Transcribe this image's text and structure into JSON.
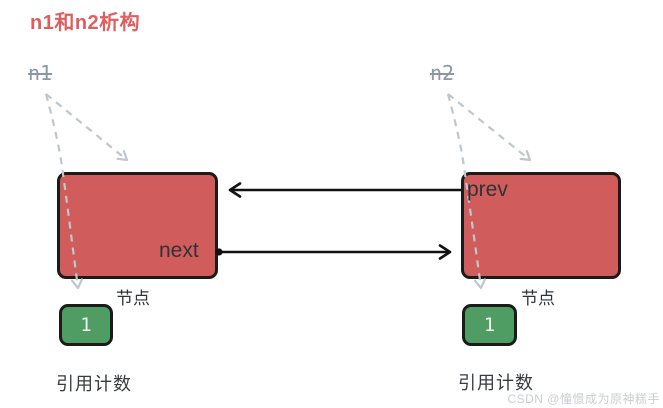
{
  "title": {
    "text": "n1和n2析构",
    "color": "#dd5f5f"
  },
  "nodes": {
    "left": {
      "pointer": "n1",
      "pointer_struck_through": true,
      "field": "next",
      "type_label": "节点",
      "refcount": "1",
      "refcount_label": "引用计数"
    },
    "right": {
      "pointer": "n2",
      "pointer_struck_through": true,
      "field": "prev",
      "type_label": "节点",
      "refcount": "1",
      "refcount_label": "引用计数"
    }
  },
  "arrows": {
    "prev_arrow": "right node -> left node (solid black, arrowhead left)",
    "next_arrow": "left node -> right node (solid black, arrowhead right, dot at origin)",
    "dashed_arrows": "from struck-out n1/n2 pointers down to node box and through to refcount box (gray dashed)"
  },
  "colors": {
    "node_fill": "#d15c5c",
    "node_border": "#1b1b1b",
    "refcount_fill": "#4f9d63",
    "pointer_text": "#8d97a3",
    "dashed_arrow": "#bfc6cd",
    "solid_arrow": "#111111",
    "dark_text": "#2e3338",
    "title_red": "#dd5f5f",
    "count_text": "#f2f2f2",
    "watermark_text": "#c9ced3"
  },
  "watermark": {
    "text": "CSDN @憧憬成为原神糕手"
  }
}
